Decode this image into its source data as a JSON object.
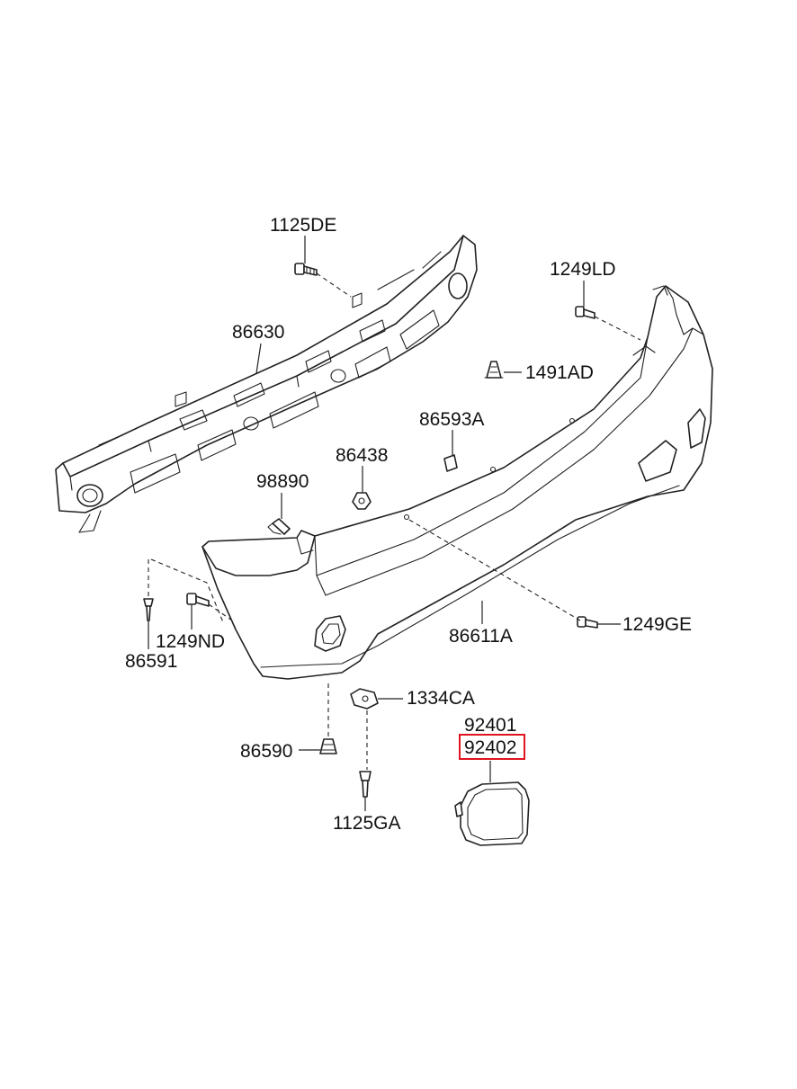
{
  "diagram": {
    "highlight_color": "#e0141e",
    "line_color": "#222222",
    "parts": [
      {
        "id": "p1125de",
        "label": "1125DE"
      },
      {
        "id": "p86630",
        "label": "86630"
      },
      {
        "id": "p1249ld",
        "label": "1249LD"
      },
      {
        "id": "p1491ad",
        "label": "1491AD"
      },
      {
        "id": "p86593a",
        "label": "86593A"
      },
      {
        "id": "p86438",
        "label": "86438"
      },
      {
        "id": "p98890",
        "label": "98890"
      },
      {
        "id": "p1249nd",
        "label": "1249ND"
      },
      {
        "id": "p86591",
        "label": "86591"
      },
      {
        "id": "p86611a",
        "label": "86611A"
      },
      {
        "id": "p1249ge",
        "label": "1249GE"
      },
      {
        "id": "p1334ca",
        "label": "1334CA"
      },
      {
        "id": "p92401",
        "label": "92401"
      },
      {
        "id": "p92402",
        "label": "92402",
        "highlighted": true
      },
      {
        "id": "p86590",
        "label": "86590"
      },
      {
        "id": "p1125ga",
        "label": "1125GA"
      }
    ]
  }
}
